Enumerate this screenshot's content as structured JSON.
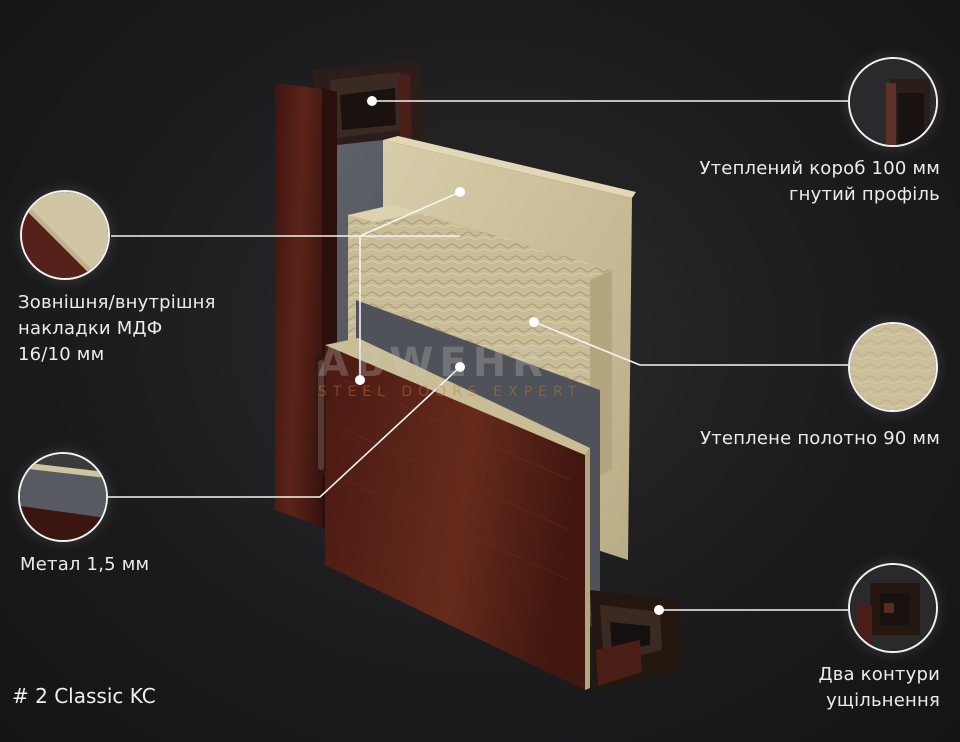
{
  "callouts": {
    "frame": "Утеплений короб 100 мм\nгнутий профіль",
    "mdf": "Зовнішня/внутрішня\nнакладки МДФ\n16/10 мм",
    "leaf": "Утеплене полотно 90 мм",
    "metal": "Метал 1,5 мм",
    "seal": "Два контури\nущільнення"
  },
  "watermark": {
    "brand": "ABWEHR",
    "tagline": "STEEL DOORS EXPERT"
  },
  "model": "# 2 Classic KC",
  "colors": {
    "background": "#1c1c1e",
    "mdf": "#5a2418",
    "wool": "#cfc4a0",
    "metal": "#5c5f66",
    "frame": "#2a1c18"
  }
}
